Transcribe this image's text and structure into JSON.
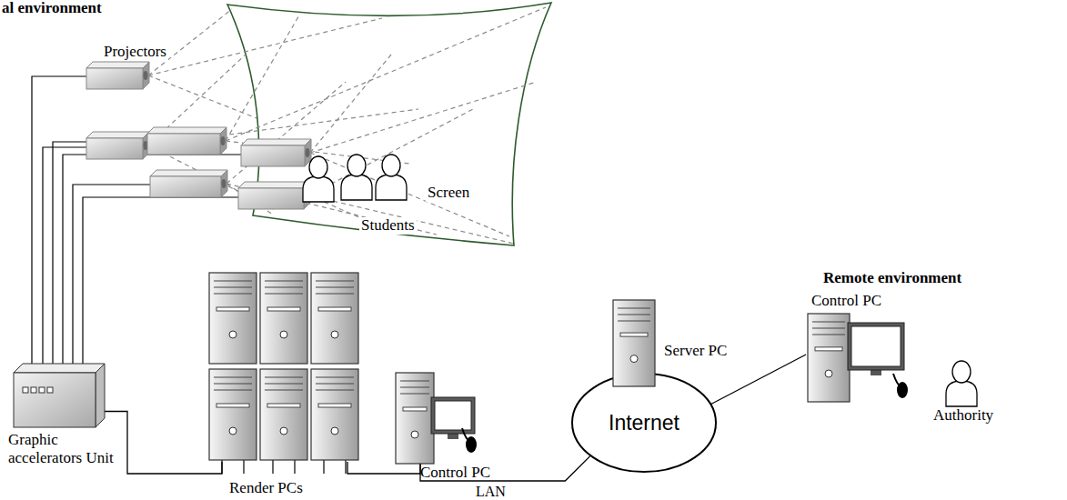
{
  "diagram": {
    "nodes": [
      {
        "text": [
          "Graphic accelerators Unit"
        ]
      },
      {
        "text": [
          "Render PCs"
        ]
      },
      {
        "text": [
          "Control PC"
        ]
      },
      {
        "text": [
          "Internet"
        ]
      },
      {
        "text": [
          "Server PC"
        ]
      },
      {
        "text": [
          "Control PC"
        ]
      }
    ],
    "edges": [
      {
        "from": 0,
        "to": 1,
        "arrow": "none"
      },
      {
        "from": 1,
        "to": 2,
        "arrow": "none"
      },
      {
        "from": 2,
        "to": 3,
        "arrow": "none"
      },
      {
        "from": 4,
        "to": 3,
        "arrow": "none"
      },
      {
        "from": 3,
        "to": 5,
        "arrow": "none"
      }
    ],
    "labels": [
      "al environment",
      "Projectors",
      "Screen",
      "Students",
      "Remote environment",
      "Authority",
      "LAN"
    ]
  }
}
